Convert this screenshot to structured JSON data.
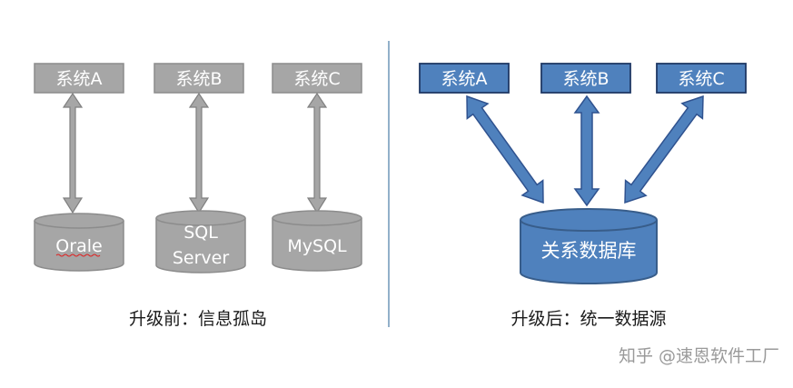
{
  "left": {
    "systems": [
      "系统A",
      "系统B",
      "系统C"
    ],
    "databases": [
      [
        "Orale"
      ],
      [
        "SQL",
        "Server"
      ],
      [
        "MySQL"
      ]
    ],
    "caption": "升级前：信息孤岛",
    "colors": {
      "box": "#a6a6a6",
      "box_border": "#8c8c8c",
      "arrow": "#a6a6a6",
      "arrow_border": "#808080",
      "db": "#a6a6a6",
      "db_border": "#8c8c8c"
    }
  },
  "right": {
    "systems": [
      "系统A",
      "系统B",
      "系统C"
    ],
    "database": "关系数据库",
    "caption": "升级后：统一数据源",
    "colors": {
      "box": "#4f81bd",
      "box_border": "#1f3864",
      "arrow": "#4f81bd",
      "arrow_border": "#2f528f",
      "db": "#4f81bd",
      "db_border": "#385d8a"
    }
  },
  "divider_color": "#4a7ba7",
  "watermark": "知乎 @速恩软件工厂"
}
